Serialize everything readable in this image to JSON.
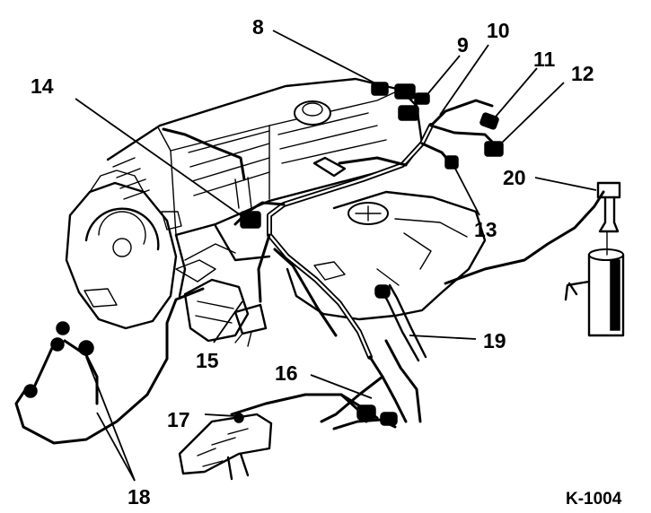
{
  "diagram": {
    "reference_code": "K-1004",
    "callouts": [
      {
        "id": "c8",
        "label": "8"
      },
      {
        "id": "c9",
        "label": "9"
      },
      {
        "id": "c10",
        "label": "10"
      },
      {
        "id": "c11",
        "label": "11"
      },
      {
        "id": "c12",
        "label": "12"
      },
      {
        "id": "c13",
        "label": "13"
      },
      {
        "id": "c14",
        "label": "14"
      },
      {
        "id": "c15",
        "label": "15"
      },
      {
        "id": "c16",
        "label": "16"
      },
      {
        "id": "c17",
        "label": "17"
      },
      {
        "id": "c18",
        "label": "18"
      },
      {
        "id": "c19",
        "label": "19"
      },
      {
        "id": "c20",
        "label": "20"
      }
    ]
  }
}
